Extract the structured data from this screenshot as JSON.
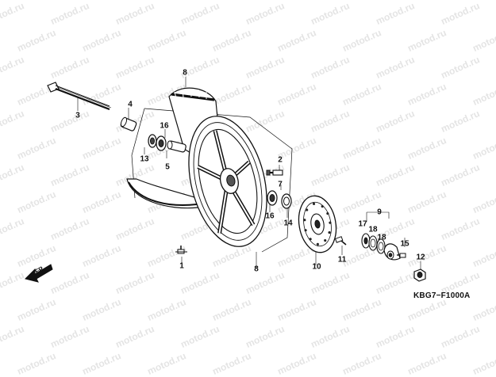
{
  "watermark": "motod.ru",
  "diagram_code": "KBG7−F1000A",
  "direction_label": "FR.",
  "callouts": {
    "p1": "1",
    "p2": "2",
    "p3": "3",
    "p4": "4",
    "p5": "5",
    "p7": "7",
    "p8_tire": "8",
    "p8_wheel": "8",
    "p9": "9",
    "p10": "10",
    "p11": "11",
    "p12": "12",
    "p13": "13",
    "p14": "14",
    "p15": "15",
    "p16_upper": "16",
    "p16_lower": "16",
    "p17": "17",
    "p18_upper": "18",
    "p18_lower": "18"
  }
}
